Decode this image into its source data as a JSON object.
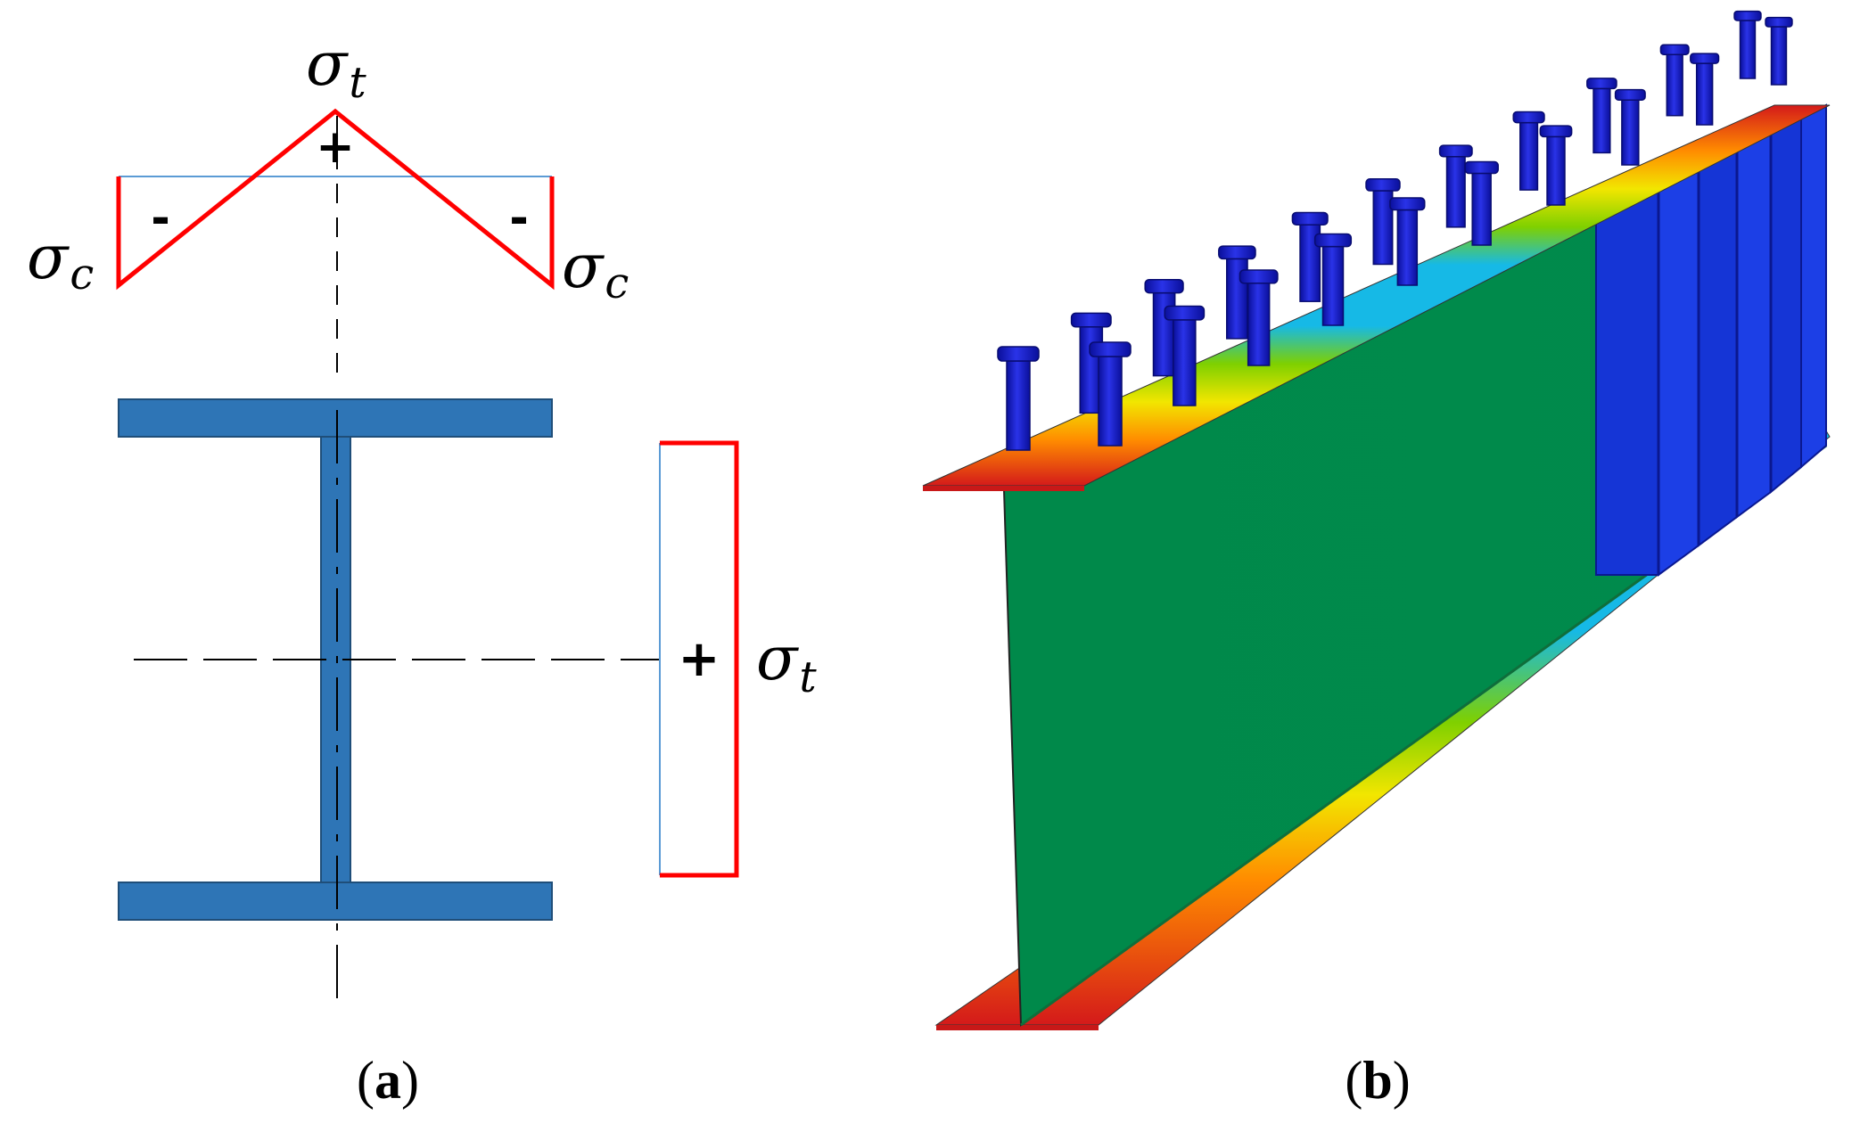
{
  "panel_a": {
    "top_diagram": {
      "peak_symbol": "σ",
      "peak_subscript": "t",
      "peak_sign": "+",
      "left_symbol": "σ",
      "left_subscript": "c",
      "left_sign": "-",
      "right_symbol": "σ",
      "right_subscript": "c",
      "right_sign": "-"
    },
    "side_diagram": {
      "sign": "+",
      "symbol": "σ",
      "subscript": "t"
    },
    "caption": {
      "open": "(",
      "letter": "a",
      "close": ")"
    }
  },
  "panel_b": {
    "caption": {
      "open": "(",
      "letter": "b",
      "close": ")"
    }
  },
  "colors": {
    "section_fill": "#2e75b6",
    "stress_line": "#ff0000",
    "baseline": "#5b9bd5",
    "web_green": "#00894a",
    "stud_blue": "#1a1fcf",
    "stiffener_blue": "#1535d6"
  }
}
